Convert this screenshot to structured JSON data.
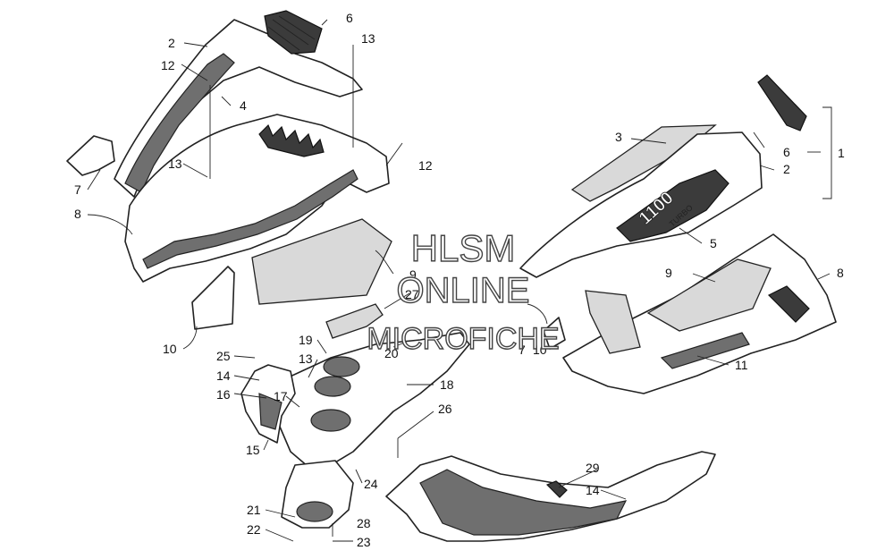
{
  "watermark": {
    "line1": "HLSM",
    "line2": "ONLINE",
    "line3": "MICROFICHE"
  },
  "callouts": {
    "c1": "1",
    "c2a": "2",
    "c2b": "2",
    "c3": "3",
    "c4": "4",
    "c5": "5",
    "c6a": "6",
    "c6b": "6",
    "c7a": "7",
    "c7b": "7",
    "c8a": "8",
    "c8b": "8",
    "c9a": "9",
    "c9b": "9",
    "c10a": "10",
    "c10b": "10",
    "c11": "11",
    "c12a": "12",
    "c12b": "12",
    "c13a": "13",
    "c13b": "13",
    "c13c": "13",
    "c14a": "14",
    "c14b": "14",
    "c15": "15",
    "c16": "16",
    "c17": "17",
    "c18": "18",
    "c19": "19",
    "c20": "20",
    "c21": "21",
    "c22": "22",
    "c23": "23",
    "c24": "24",
    "c25": "25",
    "c26": "26",
    "c27": "27",
    "c28": "28",
    "c29": "29"
  },
  "decal_text": {
    "model": "1100",
    "sub": "TURBO"
  }
}
